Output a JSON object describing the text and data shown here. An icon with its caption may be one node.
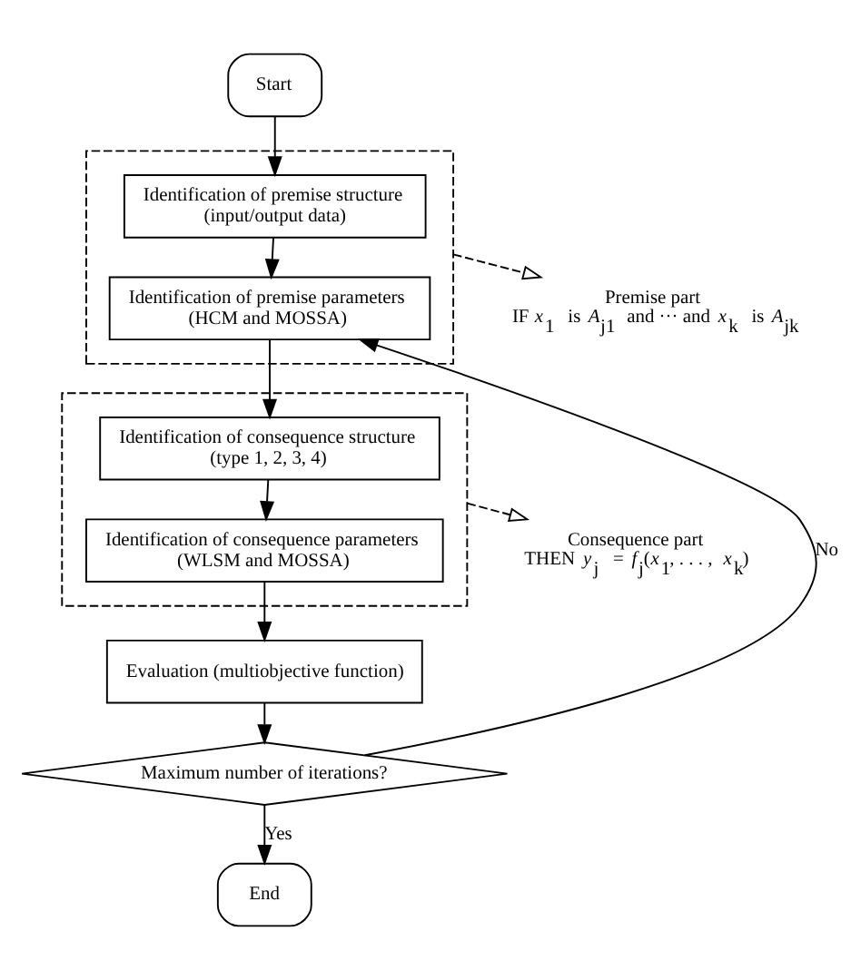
{
  "diagram": {
    "nodes": [
      {
        "text": [
          "Start"
        ]
      },
      {
        "text": [],
        "shape": "box"
      },
      {
        "text": [
          "Identification of premise structure (input/output data)"
        ],
        "in": 1
      },
      {
        "text": [
          "Identification of premise parameters (HCM and MOSSA)"
        ],
        "in": 1
      },
      {
        "text": [
          "Premise part",
          "IF *x*$_{1}$ is *A*$_{j1}$ and ··· and *x*$_{k}$ is *A*$_{jk}$"
        ]
      },
      {
        "text": [],
        "shape": "box"
      },
      {
        "text": [
          "Identification of consequence structure (type 1, 2, 3, 4)"
        ],
        "in": 5
      },
      {
        "text": [
          "Identification of consequence parameters (WLSM and MOSSA)"
        ],
        "in": 5
      },
      {
        "text": [
          "Consequence part",
          "THEN *y*$_{j}$ = *f*$_{j}$(*x*$_{1}$, . . . , *x*$_{k}$)"
        ]
      },
      {
        "text": [
          "Evaluation (multiobjective function)"
        ]
      },
      {
        "text": [
          "Maximum number of iterations?"
        ]
      },
      {
        "text": [
          "End"
        ]
      }
    ],
    "edges": [
      {
        "from": 0,
        "to": 2,
        "arrow": "to"
      },
      {
        "from": 2,
        "to": 3,
        "arrow": "to"
      },
      {
        "from": 1,
        "to": 4,
        "arrow": "to",
        "style": "dashed"
      },
      {
        "from": 3,
        "to": 6,
        "arrow": "to"
      },
      {
        "from": 6,
        "to": 7,
        "arrow": "to"
      },
      {
        "from": 5,
        "to": 8,
        "arrow": "to",
        "style": "dashed"
      },
      {
        "from": 7,
        "to": 9,
        "arrow": "to"
      },
      {
        "from": 9,
        "to": 10,
        "arrow": "to"
      },
      {
        "from": 10,
        "to": 11,
        "arrow": "to",
        "label": "Yes"
      },
      {
        "from": 10,
        "to": 3,
        "arrow": "to",
        "label": "No"
      }
    ]
  }
}
